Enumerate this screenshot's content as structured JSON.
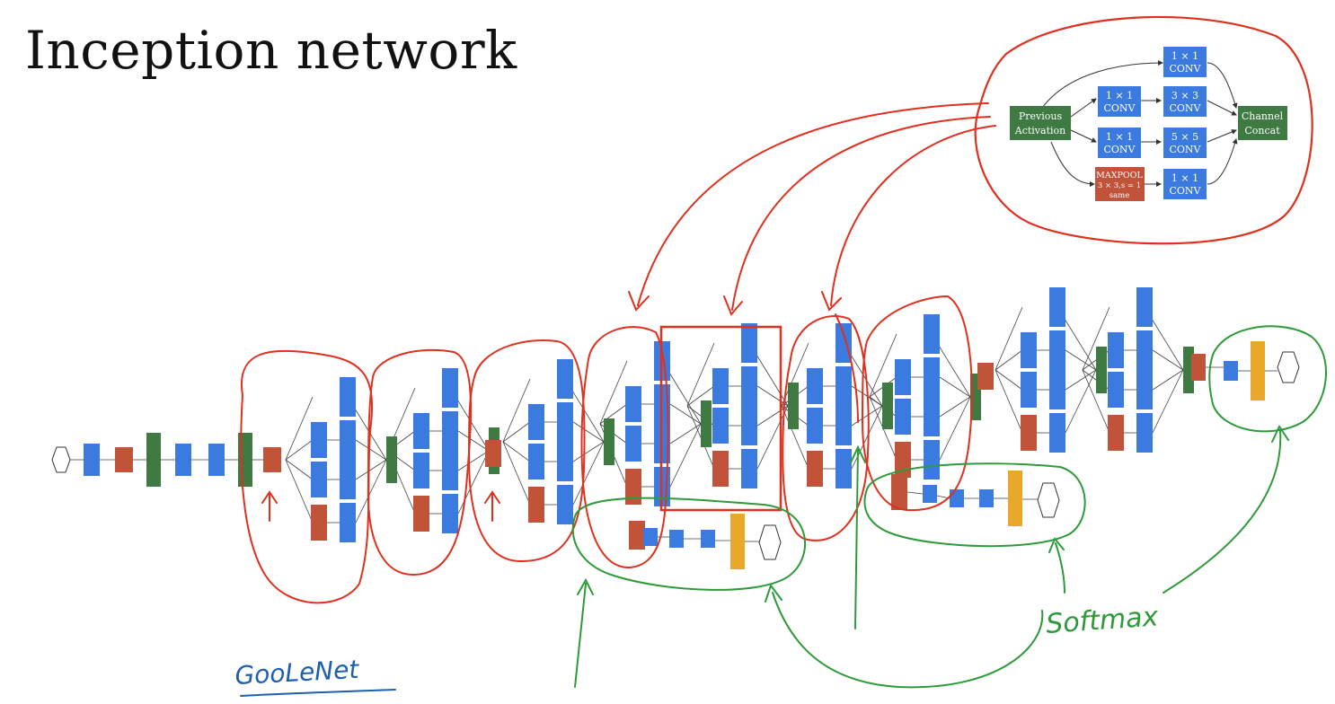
{
  "title": "Inception network",
  "inception_module": {
    "previous_activation": [
      "Previous",
      "Activation"
    ],
    "conv_1x1_top": [
      "1 × 1",
      "CONV"
    ],
    "conv_1x1_a": [
      "1 × 1",
      "CONV"
    ],
    "conv_3x3": [
      "3 × 3",
      "CONV"
    ],
    "conv_1x1_b": [
      "1 × 1",
      "CONV"
    ],
    "conv_5x5": [
      "5 × 5",
      "CONV"
    ],
    "maxpool": [
      "MAXPOOL",
      "3 × 3,s = 1",
      "same"
    ],
    "conv_1x1_bottom": [
      "1 × 1",
      "CONV"
    ],
    "channel_concat": [
      "Channel",
      "Concat"
    ]
  },
  "annotations": {
    "googlenet": "GooLeNet",
    "softmax": "Softmax"
  },
  "colors": {
    "conv": "#3b7be0",
    "pool": "#c0533a",
    "concat": "#3e7a42",
    "softmax": "#e8a92a",
    "red_ink": "#e0301e",
    "green_ink": "#2e9a3a",
    "blue_ink": "#1f5fb0"
  }
}
